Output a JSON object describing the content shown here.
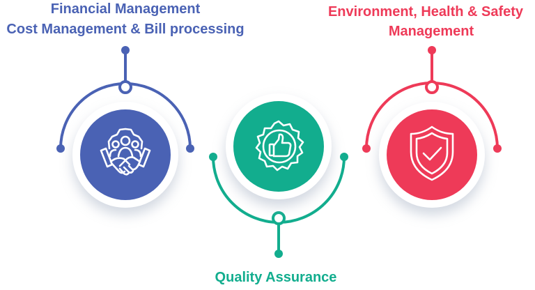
{
  "colors": {
    "blue": "#4a62b4",
    "teal": "#12ad8e",
    "red": "#ee3a58",
    "shadow": "#c9d0dc",
    "background": "#ffffff"
  },
  "items": [
    {
      "id": "financial",
      "title_lines": [
        "Financial Management",
        "Cost Management & Bill processing"
      ],
      "icon": "handshake-team-gear-icon",
      "color": "blue"
    },
    {
      "id": "quality",
      "title_lines": [
        "Quality Assurance"
      ],
      "icon": "thumbs-up-badge-icon",
      "color": "teal"
    },
    {
      "id": "ehs",
      "title_lines": [
        "Environment, Health & Safety",
        "Management"
      ],
      "icon": "shield-check-icon",
      "color": "red"
    }
  ]
}
